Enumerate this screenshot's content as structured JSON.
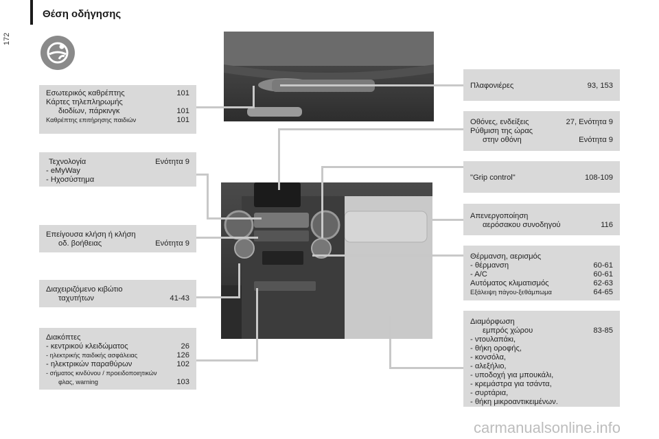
{
  "header": {
    "title": "Θέση οδήγησης",
    "page_number": "172"
  },
  "left_boxes": {
    "mirror": {
      "rows": [
        {
          "t": "Εσωτερικός καθρέπτης",
          "p": "101"
        },
        {
          "t": "Κάρτες τηλεπληρωμής",
          "p": ""
        },
        {
          "t": "διοδίων, πάρκινγκ",
          "p": "101"
        },
        {
          "t": "Καθρέπτης επιτήρησης παιδιών",
          "p": "101"
        }
      ]
    },
    "tech": {
      "rows": [
        {
          "t": "Τεχνολογία",
          "p": "Ενότητα 9"
        },
        {
          "t": "-  eMyWay",
          "p": ""
        },
        {
          "t": "-  Ηχοσύστημα",
          "p": ""
        }
      ]
    },
    "emergency": {
      "rows": [
        {
          "t": "Επείγουσα κλήση ή κλήση",
          "p": ""
        },
        {
          "t": "οδ. βοήθειας",
          "p": "Ενότητα 9"
        }
      ]
    },
    "gearbox": {
      "rows": [
        {
          "t": "Διαχειριζόμενο κιβώτιο",
          "p": ""
        },
        {
          "t": "ταχυτήτων",
          "p": "41-43"
        }
      ]
    },
    "switches": {
      "rows": [
        {
          "t": "Διακόπτες",
          "p": ""
        },
        {
          "t": "-  κεντρικού κλειδώματος",
          "p": "26"
        },
        {
          "t": "-  ηλεκτρικής παιδικής ασφάλειας",
          "p": "126"
        },
        {
          "t": "-  ηλεκτρικών παραθύρων",
          "p": "102"
        },
        {
          "t": "-  σήματος κινδύνου / προειδοποιητικών",
          "p": ""
        },
        {
          "t": "φλας, warning",
          "p": "103"
        }
      ]
    }
  },
  "right_boxes": {
    "ceiling": {
      "rows": [
        {
          "t": "Πλαφονιέρες",
          "p": "93, 153"
        }
      ]
    },
    "screens": {
      "rows": [
        {
          "t": "Οθόνες, ενδείξεις",
          "p": "27, Ενότητα 9"
        },
        {
          "t": "Ρύθμιση της ώρας",
          "p": ""
        },
        {
          "t": "στην οθόνη",
          "p": "Ενότητα 9"
        }
      ]
    },
    "grip": {
      "rows": [
        {
          "t": "\"Grip control\"",
          "p": "108-109"
        }
      ]
    },
    "airbag": {
      "rows": [
        {
          "t": "Απενεργοποίηση",
          "p": ""
        },
        {
          "t": "αερόσακου συνοδηγού",
          "p": "116"
        }
      ]
    },
    "heating": {
      "rows": [
        {
          "t": "Θέρμανση, αερισμός",
          "p": ""
        },
        {
          "t": "-  θέρμανση",
          "p": "60-61"
        },
        {
          "t": "-  A/C",
          "p": "60-61"
        },
        {
          "t": "Αυτόματος κλιματισμός",
          "p": "62-63"
        },
        {
          "t": "Εξάλειψη πάγου-ξεθάμπωμα",
          "p": "64-65"
        }
      ]
    },
    "layout": {
      "rows": [
        {
          "t": "Διαμόρφωση",
          "p": ""
        },
        {
          "t": "εμπρός χώρου",
          "p": "83-85"
        },
        {
          "t": "-  ντουλαπάκι,",
          "p": ""
        },
        {
          "t": "-  θήκη οροφής,",
          "p": ""
        },
        {
          "t": "-  κονσόλα,",
          "p": ""
        },
        {
          "t": "-  αλεξήλιο,",
          "p": ""
        },
        {
          "t": "-  υποδοχή για μπουκάλι,",
          "p": ""
        },
        {
          "t": "-  κρεμάστρα για τσάντα,",
          "p": ""
        },
        {
          "t": "-  συρτάρια,",
          "p": ""
        },
        {
          "t": "-  θήκη μικροαντικειμένων.",
          "p": ""
        }
      ]
    }
  },
  "footer": {
    "watermark": "carmanualsonline.info"
  }
}
